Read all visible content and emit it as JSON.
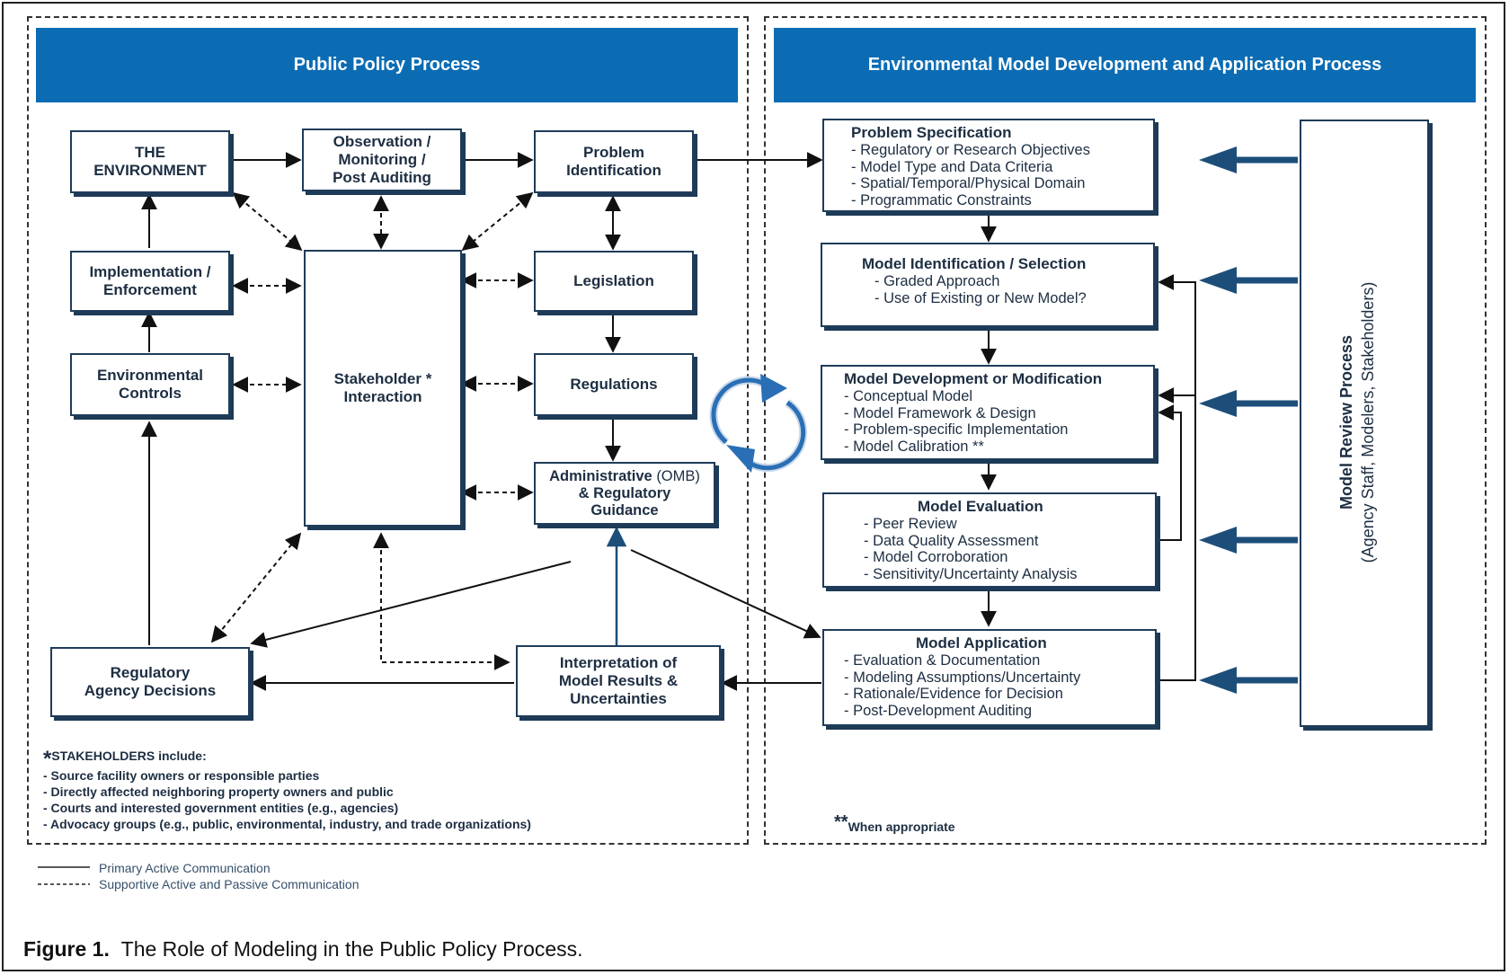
{
  "headers": {
    "left": "Public Policy Process",
    "right": "Environmental Model Development and Application Process"
  },
  "left_boxes": {
    "environment": [
      "THE",
      "ENVIRONMENT"
    ],
    "observation": [
      "Observation /",
      "Monitoring /",
      "Post Auditing"
    ],
    "problem_id": [
      "Problem",
      "Identification"
    ],
    "implementation": [
      "Implementation /",
      "Enforcement"
    ],
    "legislation": [
      "Legislation"
    ],
    "controls": [
      "Environmental",
      "Controls"
    ],
    "stakeholder": [
      "Stakeholder *",
      "Interaction"
    ],
    "regulations": [
      "Regulations"
    ],
    "administrative": [
      "Administrative",
      "(OMB)",
      "& Regulatory",
      "Guidance"
    ],
    "decisions": [
      "Regulatory",
      "Agency Decisions"
    ],
    "interpretation": [
      "Interpretation of",
      "Model Results &",
      "Uncertainties"
    ]
  },
  "right_boxes": {
    "spec": {
      "title": "Problem Specification",
      "items": [
        "- Regulatory or Research Objectives",
        "- Model Type and Data Criteria",
        "- Spatial/Temporal/Physical Domain",
        "- Programmatic Constraints"
      ]
    },
    "ident": {
      "title": "Model Identification / Selection",
      "items": [
        "- Graded Approach",
        "- Use of Existing or New Model?"
      ]
    },
    "dev": {
      "title": "Model Development or Modification",
      "items": [
        "- Conceptual Model",
        "- Model Framework & Design",
        "- Problem-specific Implementation",
        "- Model Calibration **"
      ]
    },
    "eval": {
      "title": "Model Evaluation",
      "items": [
        "- Peer Review",
        "- Data Quality Assessment",
        "- Model Corroboration",
        "- Sensitivity/Uncertainty Analysis"
      ]
    },
    "app": {
      "title": "Model Application",
      "items": [
        "- Evaluation & Documentation",
        "- Modeling Assumptions/Uncertainty",
        "- Rationale/Evidence for Decision",
        "- Post-Development Auditing"
      ]
    }
  },
  "review": {
    "title": "Model Review Process",
    "subtitle": "(Agency Staff, Modelers, Stakeholders)"
  },
  "stakeholders_note": {
    "star": "*",
    "title": "STAKEHOLDERS include:",
    "items": [
      "- Source facility owners or responsible parties",
      "- Directly affected neighboring property owners and public",
      "- Courts and interested government entities (e.g., agencies)",
      "- Advocacy groups  (e.g., public, environmental, industry, and trade organizations)"
    ]
  },
  "appropriate_note": {
    "star": "**",
    "text": "When appropriate"
  },
  "legend": {
    "solid": "Primary Active Communication",
    "dashed": "Supportive Active and Passive Communication"
  },
  "caption": {
    "label": "Figure 1.",
    "text": "The Role of Modeling in the Public Policy Process."
  },
  "colors": {
    "header_blue": "#0b6cb4",
    "box_border": "#1f3c5a",
    "arrow_blue": "#1d4e7a",
    "cycle_blue": "#2a6fb5"
  }
}
